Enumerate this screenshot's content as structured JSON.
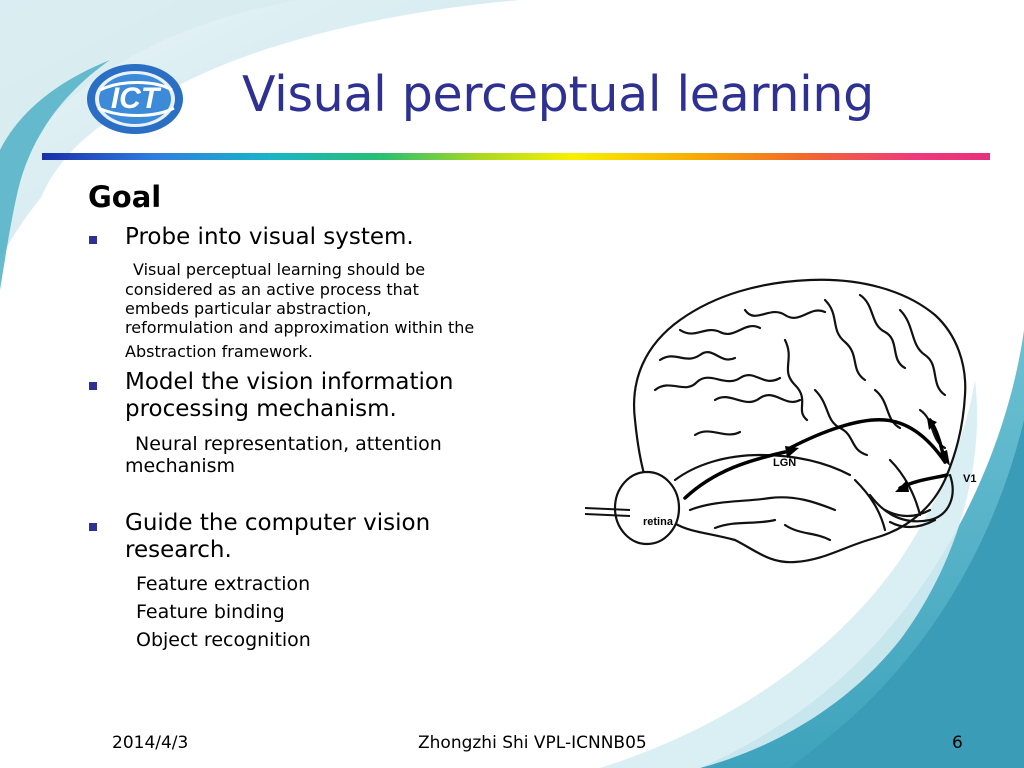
{
  "slide": {
    "title": "Visual perceptual learning",
    "goal_heading": "Goal",
    "bullets": [
      {
        "text": "Probe into visual system.",
        "detail_lines": [
          "Visual perceptual learning should be",
          "considered as an active process that",
          "embeds particular abstraction,",
          "reformulation and approximation within the",
          "Abstraction framework."
        ]
      },
      {
        "text_lines": [
          "Model the vision information",
          "processing mechanism."
        ],
        "detail_lines": [
          "Neural representation, attention",
          "mechanism"
        ]
      },
      {
        "text_lines": [
          "Guide the computer vision",
          "research."
        ],
        "detail_lines": [
          "Feature extraction",
          "Feature binding",
          "Object recognition"
        ]
      }
    ],
    "figure_labels": {
      "lgn": "LGN",
      "v1": "V1",
      "retina": "retina"
    }
  },
  "footer": {
    "date": "2014/4/3",
    "center": "Zhongzhi Shi VPL-ICNNB05",
    "page": "6"
  },
  "logo": {
    "text": "ICT"
  },
  "colors": {
    "title": "#2e3192",
    "bullet": "#2e3192",
    "swoosh": "#5bb3c8",
    "swoosh_light": "#cfe8ee"
  }
}
